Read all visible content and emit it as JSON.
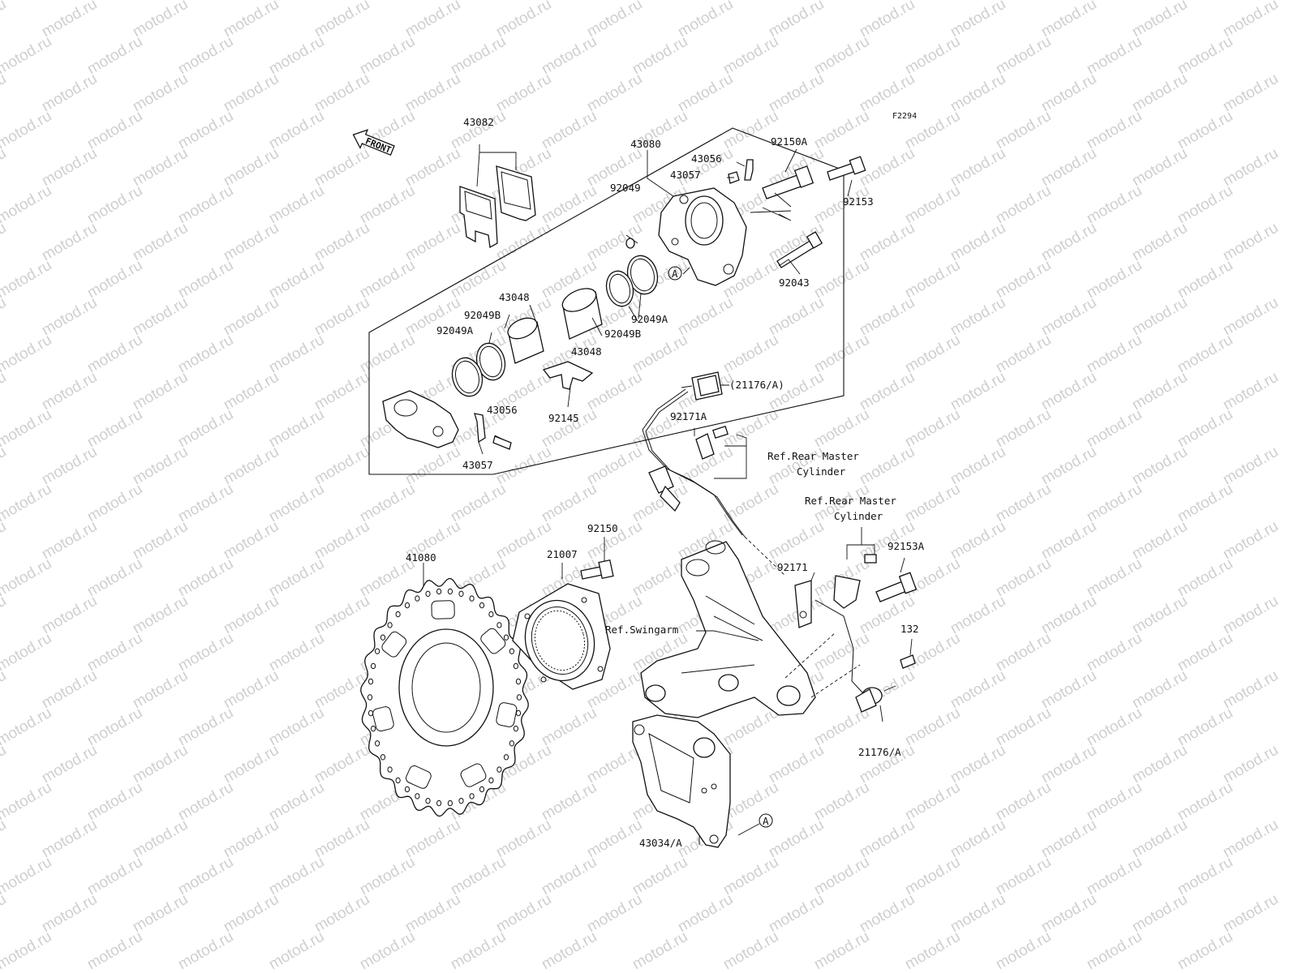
{
  "diagram": {
    "code": "F2294",
    "front_label": "FRONT",
    "watermark_text": "motod.ru",
    "labels": {
      "l43082": "43082",
      "l43080": "43080",
      "l43056_top": "43056",
      "l43057_top": "43057",
      "l92150A": "92150A",
      "l92153": "92153",
      "l92049": "92049",
      "l92043": "92043",
      "lA_caliper": "A",
      "l43048_left": "43048",
      "l92049B_left": "92049B",
      "l92049A_left": "92049A",
      "l43048_mid": "43048",
      "l92049B_mid": "92049B",
      "l92049A_mid": "92049A",
      "l43056_bot": "43056",
      "l43057_bot": "43057",
      "l92145": "92145",
      "l21176A_top": "(21176/A)",
      "l92171A": "92171A",
      "ref_master_1_line1": "Ref.Rear Master",
      "ref_master_1_line2": "Cylinder",
      "ref_master_2_line1": "Ref.Rear Master",
      "ref_master_2_line2": "Cylinder",
      "l92153A": "92153A",
      "l92171": "92171",
      "ref_swingarm": "Ref.Swingarm",
      "l92150": "92150",
      "l21007": "21007",
      "l41080": "41080",
      "l132": "132",
      "l21176A_bot": "21176/A",
      "l43034A": "43034/A",
      "lA_bracket": "A"
    }
  }
}
